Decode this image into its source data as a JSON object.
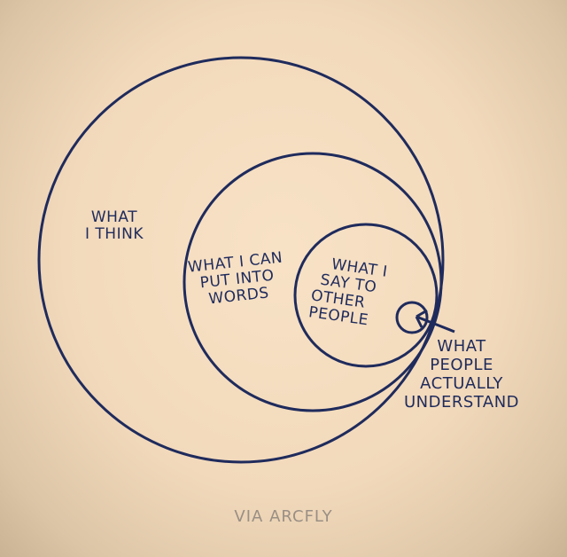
{
  "labels": {
    "think": [
      "WHAT",
      "I THINK"
    ],
    "words": [
      "WHAT I CAN",
      "PUT INTO",
      "WORDS"
    ],
    "say": [
      "WHAT I",
      "SAY TO",
      "OTHER",
      "PEOPLE"
    ],
    "understand": [
      "WHAT",
      "PEOPLE",
      "ACTUALLY",
      "UNDERSTAND"
    ]
  },
  "credit": "VIA ARCFLY",
  "colors": {
    "ink": "#1f2b5c",
    "background": "#f3dcc0"
  }
}
